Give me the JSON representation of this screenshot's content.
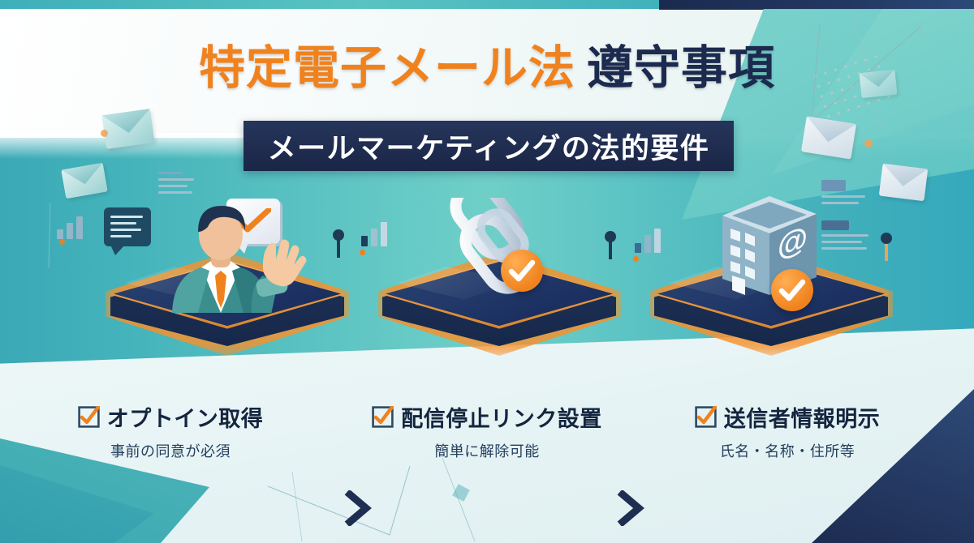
{
  "header": {
    "title_highlight": "特定電子メール法",
    "title_rest": "遵守事項",
    "subtitle": "メールマーケティングの法的要件"
  },
  "colors": {
    "accent_orange": "#F0821E",
    "navy": "#1b2a4e",
    "teal": "#3FAFB9",
    "teal_light": "#6FCFC8",
    "pale": "#e8f4f4"
  },
  "steps": [
    {
      "id": "opt-in",
      "icon": "businessman-raised-hand-icon",
      "badge": "check-bubble-icon",
      "caption_title": "オプトイン取得",
      "caption_sub": "事前の同意が必須"
    },
    {
      "id": "unsubscribe-link",
      "icon": "chain-link-icon",
      "badge": "orange-check-badge-icon",
      "caption_title": "配信停止リンク設置",
      "caption_sub": "簡単に解除可能"
    },
    {
      "id": "sender-info",
      "icon": "office-building-at-sign-icon",
      "badge": "orange-check-badge-icon",
      "caption_title": "送信者情報明示",
      "caption_sub": "氏名・名称・住所等"
    }
  ],
  "flow": {
    "arrow_1": "chevron-right-icon",
    "arrow_2": "chevron-right-icon"
  }
}
